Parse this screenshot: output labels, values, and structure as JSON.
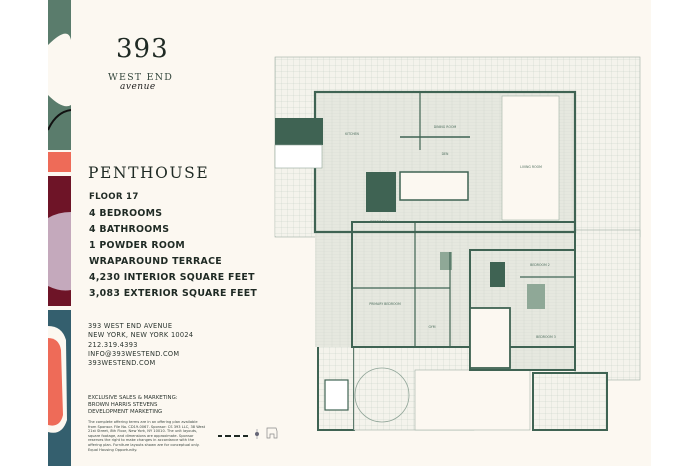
{
  "brand": {
    "number": "393",
    "line2": "WEST END",
    "line3": "avenue"
  },
  "unit": {
    "title": "PENTHOUSE",
    "features": [
      "FLOOR 17",
      "4 BEDROOMS",
      "4 BATHROOMS",
      "1 POWDER ROOM",
      "WRAPAROUND TERRACE",
      "4,230 INTERIOR SQUARE FEET",
      "3,083 EXTERIOR SQUARE FEET"
    ]
  },
  "contact": {
    "address1": "393 WEST END AVENUE",
    "address2": "NEW YORK, NEW YORK 10024",
    "phone": "212.319.4393",
    "email": "INFO@393WESTEND.COM",
    "website": "393WESTEND.COM"
  },
  "sales": {
    "line1": "EXCLUSIVE SALES & MARKETING:",
    "line2": "BROWN HARRIS STEVENS",
    "line3": "DEVELOPMENT MARKETING"
  },
  "disclaimer": "The complete offering terms are in an offering plan available from Sponsor. File No. CD19-0067. Sponsor: CS 393 LLC, 38 West 21st Street, 8th Floor, New York, NY 10010. The unit layouts, square footage, and dimensions are approximate. Sponsor reserves the right to make changes in accordance with the offering plan. Furniture layouts shown are for conceptual only. Equal Housing Opportunity.",
  "rooms": {
    "kitchen": "KITCHEN",
    "dining": "DINING ROOM",
    "den": "DEN",
    "living": "LIVING ROOM",
    "bedroom4": "BEDROOM 4",
    "primary": "PRIMARY BEDROOM",
    "gym": "GYM",
    "bedroom2": "BEDROOM 2",
    "bedroom3": "BEDROOM 3"
  },
  "colors": {
    "plan_green": "#3f6353",
    "cream": "#fcf8f1",
    "tile": "#e9ebe2"
  }
}
